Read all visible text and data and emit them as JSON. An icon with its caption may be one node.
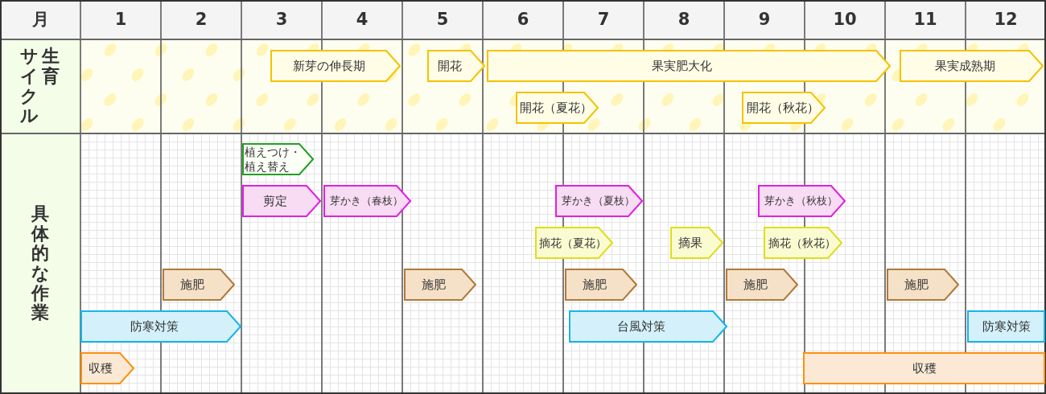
{
  "diagram": {
    "nodes": [
      {
        "text": [
          "新芽の伸長期"
        ]
      },
      {
        "text": [
          "開花"
        ]
      },
      {
        "text": [
          "果実肥大化"
        ]
      },
      {
        "text": [
          "果実成熟期"
        ]
      },
      {
        "text": [
          "開花（夏花）"
        ]
      },
      {
        "text": [
          "開花（秋花）"
        ]
      },
      {
        "text": [
          "植えつけ・植え替え"
        ]
      },
      {
        "text": [
          "剪定"
        ]
      },
      {
        "text": [
          "芽かき（春枝）"
        ]
      },
      {
        "text": [
          "芽かき（夏枝）"
        ]
      },
      {
        "text": [
          "芽かき（秋枝）"
        ]
      },
      {
        "text": [
          "摘花（夏花）"
        ]
      },
      {
        "text": [
          "摘果"
        ]
      },
      {
        "text": [
          "摘花（秋花）"
        ]
      },
      {
        "text": [
          "施肥"
        ]
      },
      {
        "text": [
          "施肥"
        ]
      },
      {
        "text": [
          "施肥"
        ]
      },
      {
        "text": [
          "施肥"
        ]
      },
      {
        "text": [
          "施肥"
        ]
      },
      {
        "text": [
          "防寒対策"
        ]
      },
      {
        "text": [
          "台風対策"
        ]
      },
      {
        "text": [
          "防寒対策"
        ]
      },
      {
        "text": [
          "収穫"
        ]
      },
      {
        "text": [
          "収穫"
        ]
      }
    ],
    "labels": [
      "月",
      "1",
      "2",
      "3",
      "4",
      "5",
      "6",
      "7",
      "8",
      "9",
      "10",
      "11",
      "12",
      "生育サイクル",
      "具体的な作業"
    ]
  }
}
